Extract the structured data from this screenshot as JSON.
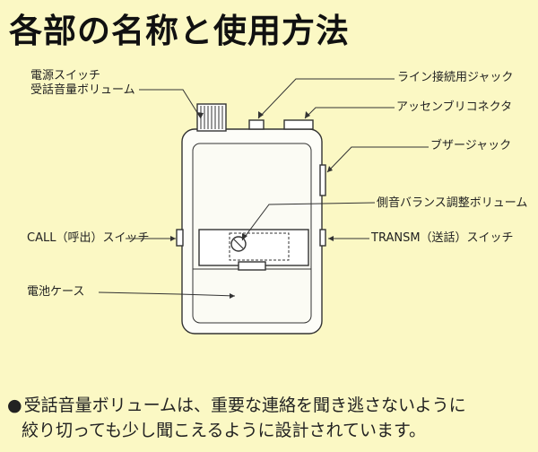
{
  "title": "各部の名称と使用方法",
  "labels": {
    "power_switch": "電源スイッチ",
    "volume": "受話音量ボリューム",
    "line_jack": "ライン接続用ジャック",
    "assembly_connector": "アッセンブリコネクタ",
    "buzzer_jack": "ブザージャック",
    "sidetone_volume": "側音バランス調整ボリューム",
    "transm_switch": "TRANSM（送話）スイッチ",
    "call_switch": "CALL（呼出）スイッチ",
    "battery_case": "電池ケース"
  },
  "note": {
    "bullet": "●",
    "line1": "受話音量ボリュームは、重要な連絡を聞き逃さないように",
    "line2": "絞り切っても少し聞こえるように設計されています。"
  }
}
